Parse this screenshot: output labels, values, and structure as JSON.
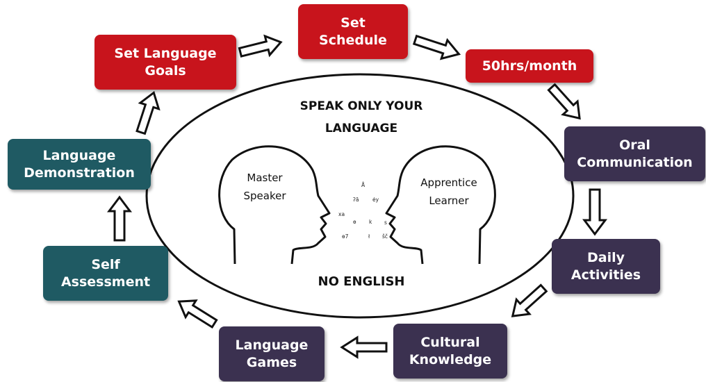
{
  "center": {
    "title_line1": "SPEAK ONLY YOUR",
    "title_line2": "LANGUAGE",
    "footer": "NO ENGLISH",
    "master": {
      "line1": "Master",
      "line2": "Speaker"
    },
    "apprentice": {
      "line1": "Apprentice",
      "line2": "Learner"
    },
    "phonetics": [
      "Å",
      "ʔã",
      "ėy",
      "xa",
      "ɵ",
      "k",
      "s",
      "ɵ7",
      "ł",
      "šč"
    ]
  },
  "steps": {
    "goals": {
      "line1": "Set Language",
      "line2": "Goals"
    },
    "schedule": {
      "line1": "Set",
      "line2": "Schedule"
    },
    "hours": {
      "line1": "50hrs/month"
    },
    "oral": {
      "line1": "Oral",
      "line2": "Communication"
    },
    "daily": {
      "line1": "Daily",
      "line2": "Activities"
    },
    "cultural": {
      "line1": "Cultural",
      "line2": "Knowledge"
    },
    "games": {
      "line1": "Language",
      "line2": "Games"
    },
    "self": {
      "line1": "Self",
      "line2": "Assessment"
    },
    "demo": {
      "line1": "Language",
      "line2": "Demonstration"
    }
  },
  "colors": {
    "goal_red": "#c8141c",
    "learning_purple": "#3b3150",
    "assessment_teal": "#1f5a63"
  },
  "icons": [
    "block-arrow-icon",
    "head-profile-icon"
  ]
}
